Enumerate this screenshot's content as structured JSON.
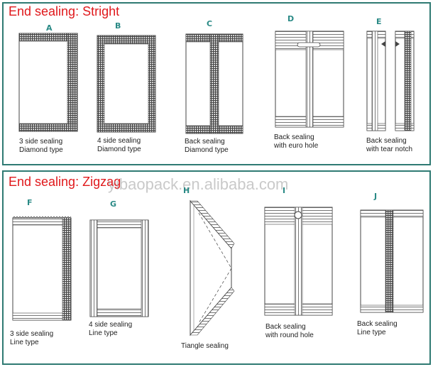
{
  "sections": [
    {
      "title": "End sealing: Stright",
      "items": [
        {
          "letter": "A",
          "caption": [
            "3 side sealing",
            "Diamond type"
          ]
        },
        {
          "letter": "B",
          "caption": [
            "4 side sealing",
            "Diamond type"
          ]
        },
        {
          "letter": "C",
          "caption": [
            "Back sealing",
            "Diamond type"
          ]
        },
        {
          "letter": "D",
          "caption": [
            "Back sealing",
            "with euro hole"
          ]
        },
        {
          "letter": "E",
          "caption": [
            "Back sealing",
            "with tear notch"
          ]
        }
      ]
    },
    {
      "title": "End sealing: Zigzag",
      "items": [
        {
          "letter": "F",
          "caption": [
            "3 side sealing",
            "Line type"
          ]
        },
        {
          "letter": "G",
          "caption": [
            "4 side sealing",
            "Line type"
          ]
        },
        {
          "letter": "H",
          "caption": [
            "Tiangle sealing"
          ]
        },
        {
          "letter": "I",
          "caption": [
            "Back sealing",
            "with round hole"
          ]
        },
        {
          "letter": "J",
          "caption": [
            "Back sealing",
            "Line type"
          ]
        }
      ]
    }
  ],
  "watermark": "yibaopack.en.alibaba.com",
  "colors": {
    "title": "#e0181b",
    "letter": "#2a8a86",
    "border": "#2f7a73",
    "seal": "#555555"
  }
}
